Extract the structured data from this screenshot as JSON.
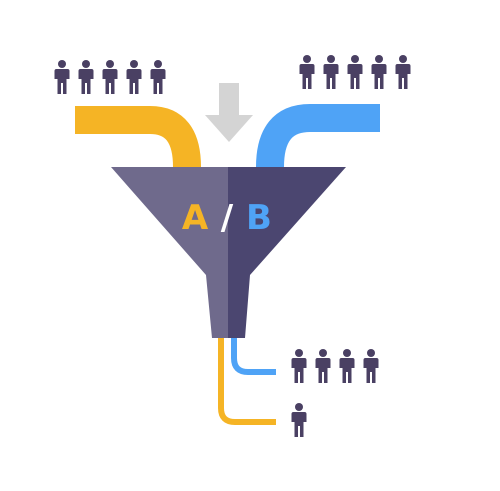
{
  "funnel": {
    "letter_a": "A",
    "divider": "/",
    "letter_b": "B"
  },
  "groups": {
    "input_a": {
      "count": 5,
      "color": "#4a4063"
    },
    "input_b": {
      "count": 5,
      "color": "#4a4063"
    },
    "output_b": {
      "count": 4,
      "color": "#4a4063"
    },
    "output_a": {
      "count": 1,
      "color": "#4a4063"
    }
  },
  "colors": {
    "variant_a": "#f5b425",
    "variant_b": "#4fa3f6",
    "funnel_left": "#6f6a8c",
    "funnel_right": "#4b4670",
    "arrow": "#d4d4d4",
    "people": "#4a4063",
    "divider": "#ffffff"
  },
  "icons": {
    "arrow": "down-arrow-icon",
    "person": "person-icon"
  }
}
